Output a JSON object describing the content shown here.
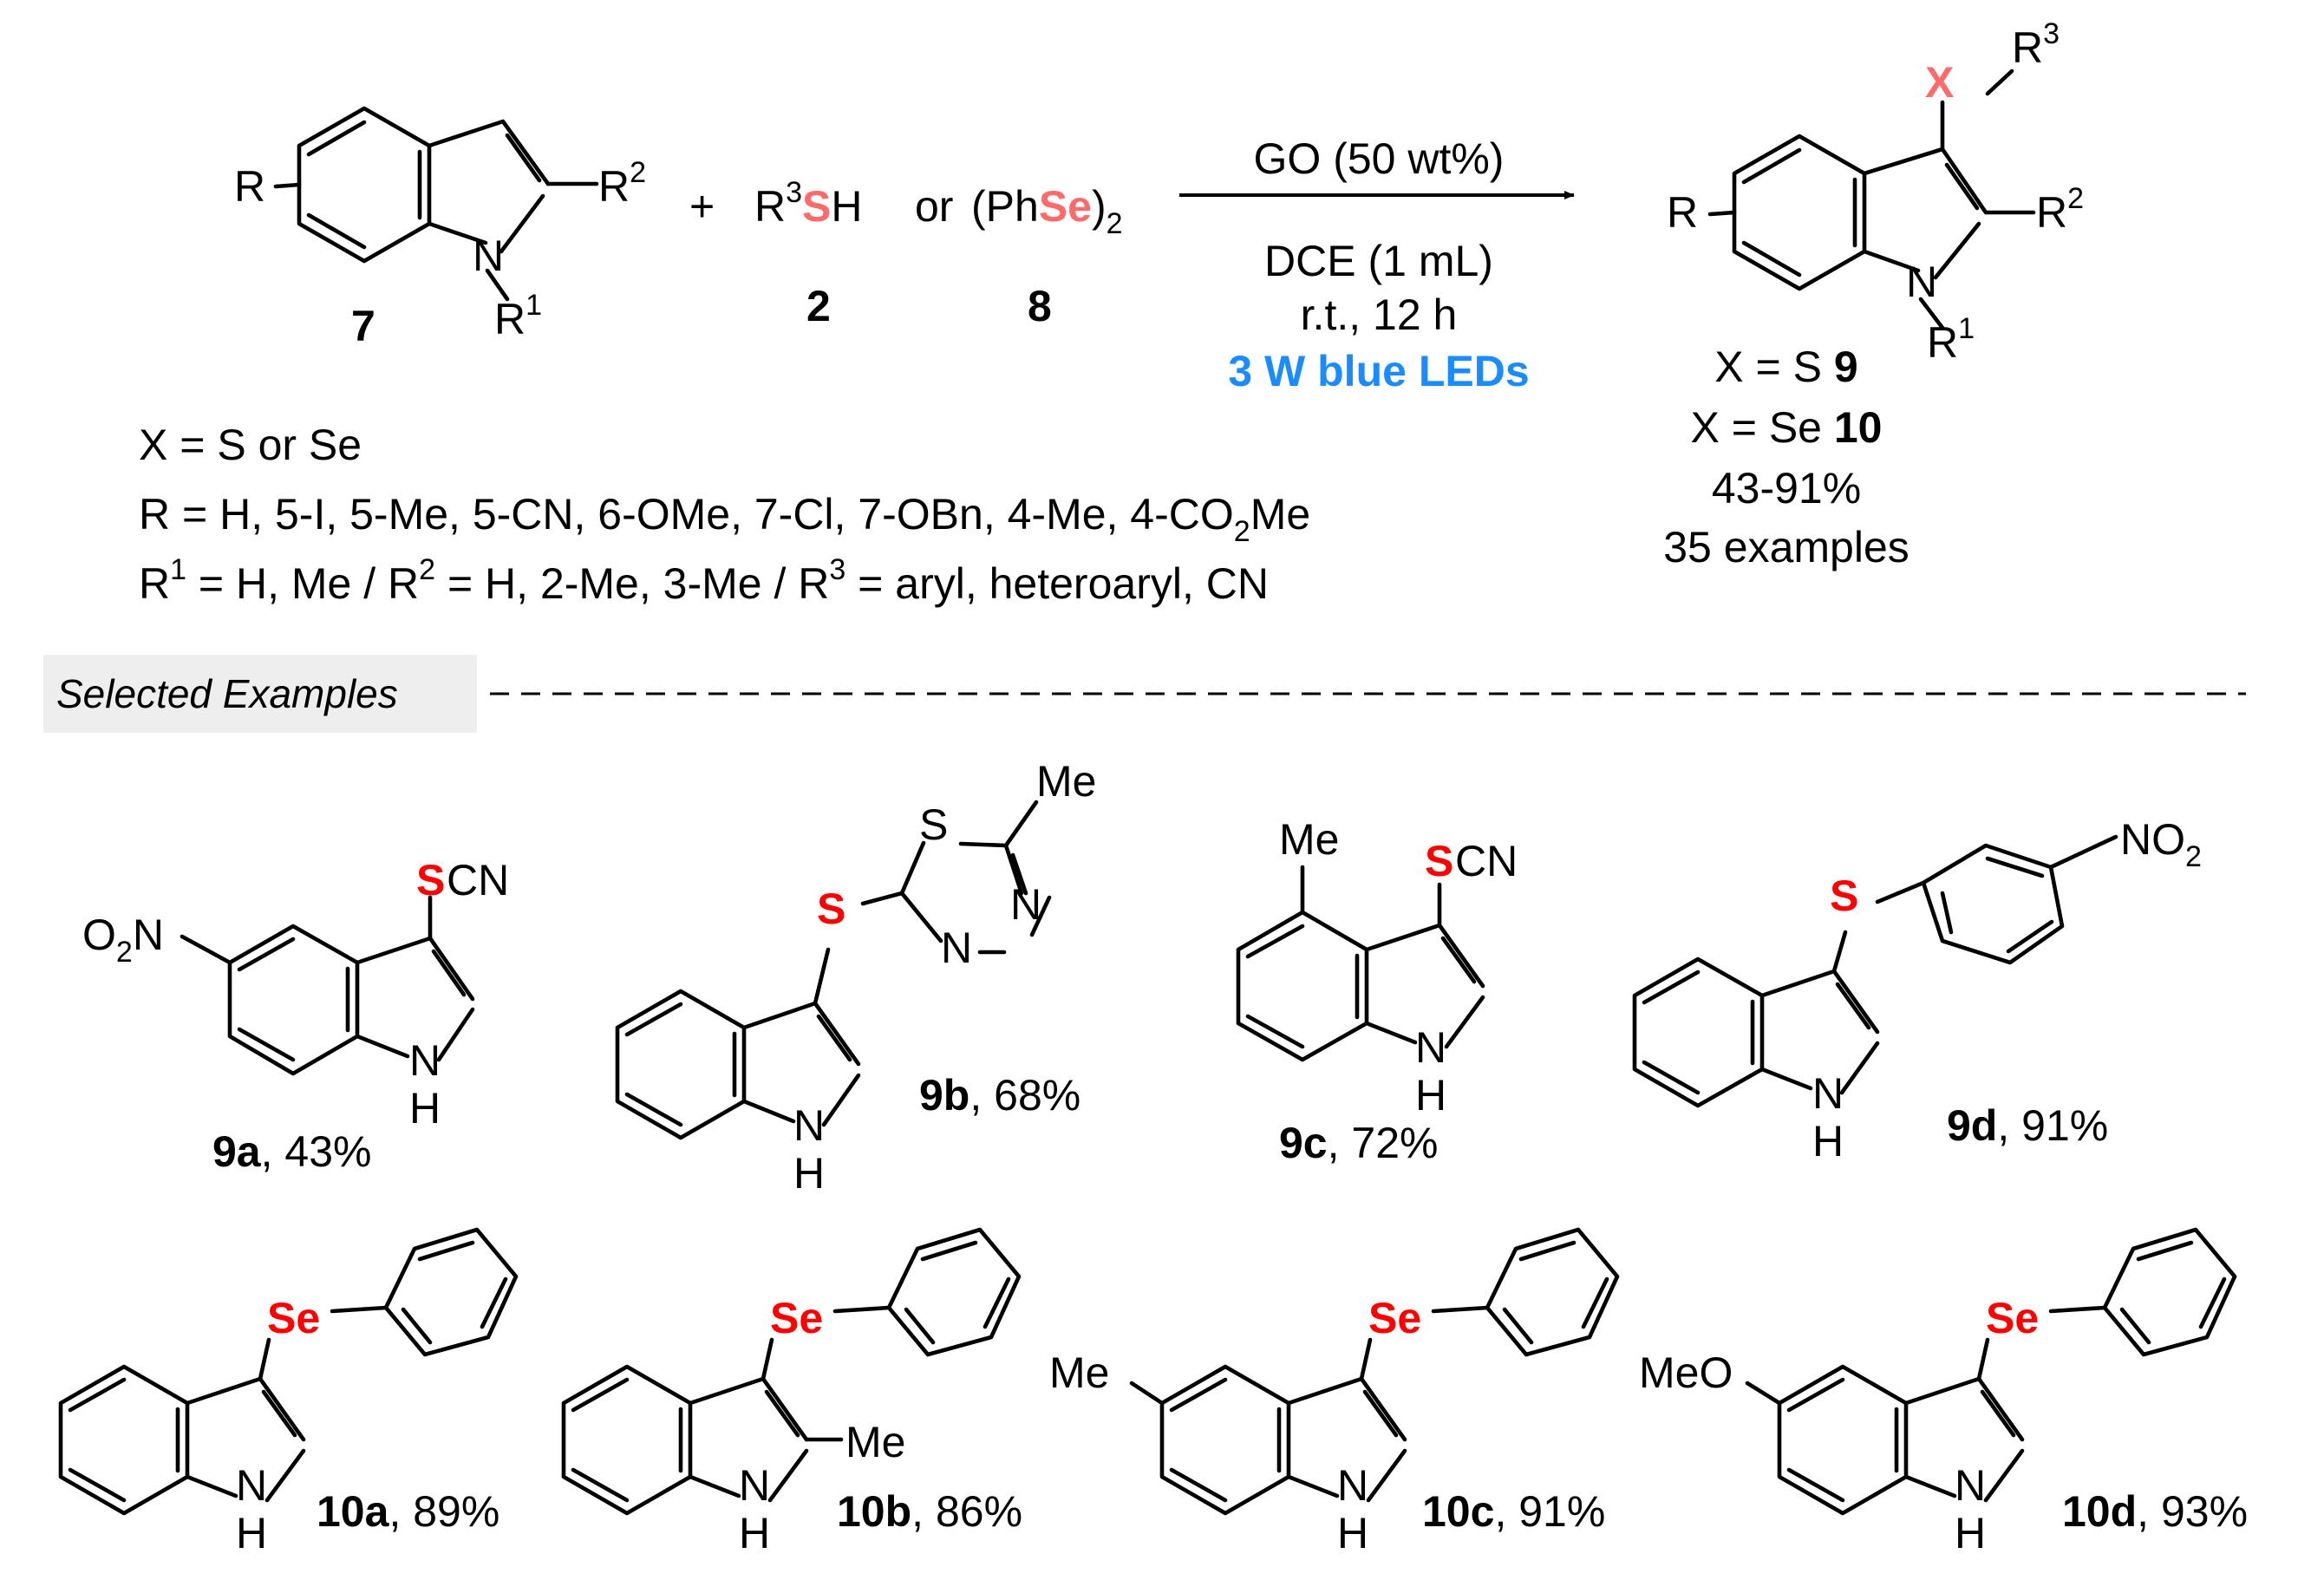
{
  "colors": {
    "heteroatom_red": "#ff0000",
    "heteroatom_pink": "#ff6b6b",
    "led_blue": "#1a8cff",
    "tag_background": "#eeeeee"
  },
  "scheme": {
    "reactant_label": "7",
    "plus": "+",
    "thiol": {
      "pre": "R",
      "sup": "3",
      "het": "S",
      "post": "H",
      "label": "2"
    },
    "or_word": "or",
    "diselenide": {
      "pre": "(Ph",
      "het": "Se",
      "post": ")",
      "sub": "2",
      "label": "8"
    },
    "conditions": {
      "above": "GO (50 wt%)",
      "line1": "DCE (1 mL)",
      "line2": "r.t.,  12 h",
      "light": "3 W blue LEDs"
    },
    "product_X": "X",
    "product_labels": {
      "s_line_pre": "X = S ",
      "s_line_num": "9",
      "se_line_pre": "X = Se ",
      "se_line_num": "10",
      "yield": "43-91%",
      "examples": "35 examples"
    },
    "atoms": {
      "R": "R",
      "Rsup": "R",
      "N": "N",
      "H": "H",
      "one": "1",
      "two": "2",
      "three": "3"
    }
  },
  "scope": {
    "x_line": "X = S or Se",
    "r_line_pre": "R = H, 5-I, 5-Me, 5-CN, 6-OMe, 7-Cl, 7-OBn, 4-Me, 4-CO",
    "r_line_sub": "2",
    "r_line_post": "Me",
    "r123_line": {
      "r": "R",
      "one": "1",
      "mid1": " = H, Me / R",
      "two": "2",
      "mid2": " = H, 2-Me, 3-Me / R",
      "three": "3",
      "end": " = aryl, heteroaryl, CN"
    }
  },
  "section": {
    "title": "Selected Examples"
  },
  "examples": [
    {
      "id": "9a",
      "yield": ", 43%",
      "sub_labels": {
        "S": "S",
        "rest": "CN",
        "O2N_pre": "O",
        "O2N_sub": "2",
        "O2N_post": "N"
      }
    },
    {
      "id": "9b",
      "yield": ", 68%",
      "sub_labels": {
        "S": "S",
        "ring_S": "S",
        "N1": "N",
        "N2": "N",
        "Me": "Me"
      }
    },
    {
      "id": "9c",
      "yield": ", 72%",
      "sub_labels": {
        "S": "S",
        "rest": "CN",
        "Me": "Me"
      }
    },
    {
      "id": "9d",
      "yield": ", 91%",
      "sub_labels": {
        "S": "S",
        "NO2_pre": "NO",
        "NO2_sub": "2"
      }
    },
    {
      "id": "10a",
      "yield": ", 89%",
      "sub_labels": {
        "Se": "Se"
      }
    },
    {
      "id": "10b",
      "yield": ", 86%",
      "sub_labels": {
        "Se": "Se",
        "Me": "Me"
      }
    },
    {
      "id": "10c",
      "yield": ", 91%",
      "sub_labels": {
        "Se": "Se",
        "Me": "Me"
      }
    },
    {
      "id": "10d",
      "yield": ", 93%",
      "sub_labels": {
        "Se": "Se",
        "MeO": "MeO"
      }
    }
  ]
}
